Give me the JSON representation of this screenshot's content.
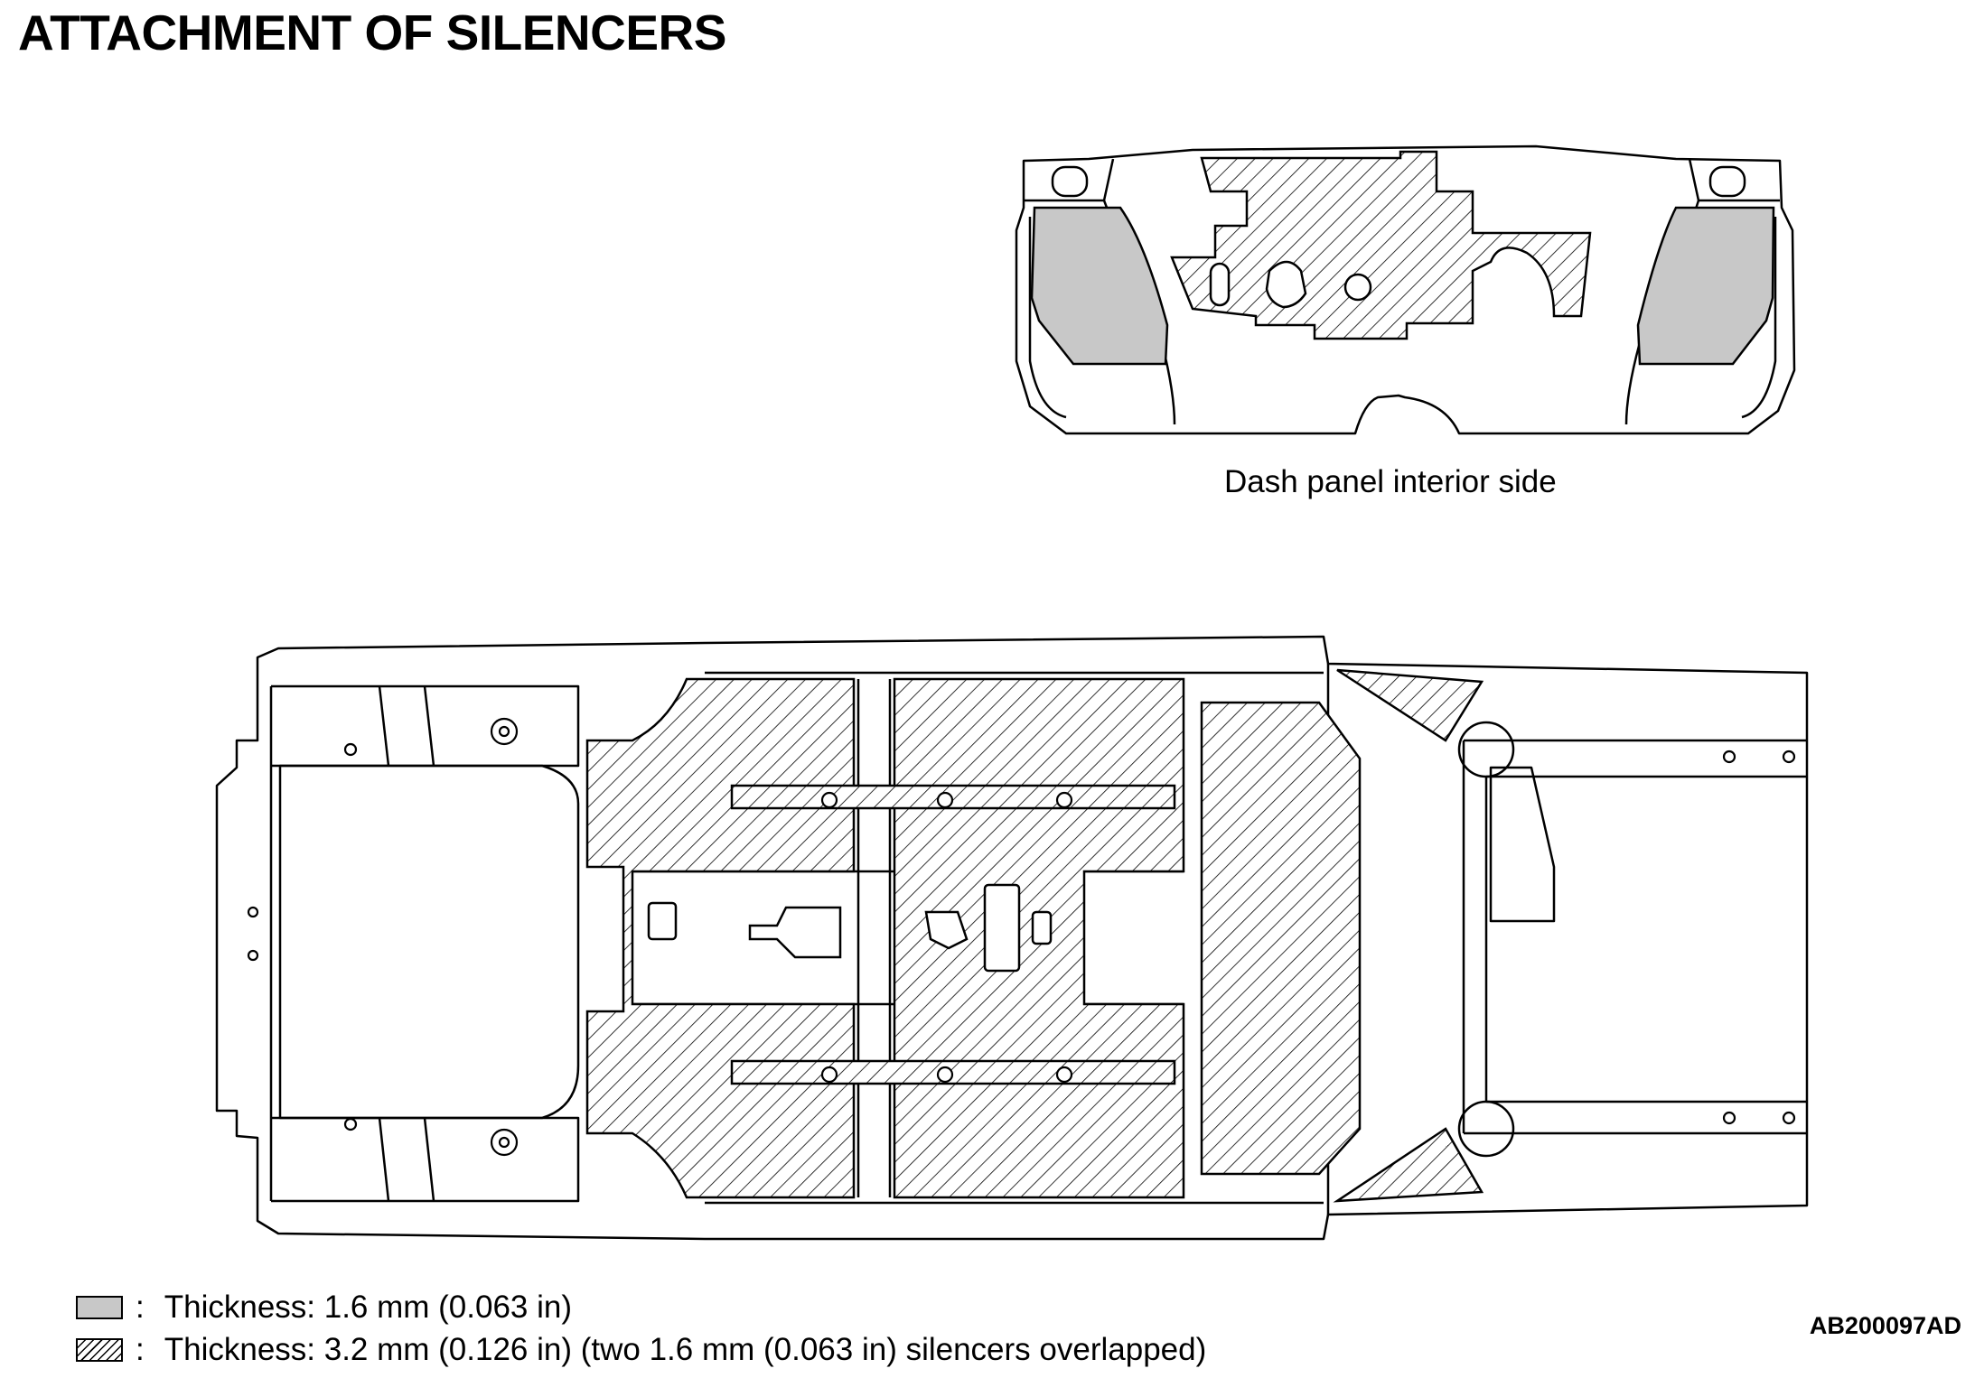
{
  "title": "ATTACHMENT OF SILENCERS",
  "dash_panel": {
    "caption": "Dash panel interior side"
  },
  "legend": [
    {
      "symbol": ":",
      "text": "Thickness: 1.6 mm (0.063 in)",
      "fill": "gray",
      "color": "#c8c8c8"
    },
    {
      "symbol": ":",
      "text": "Thickness: 3.2 mm (0.126 in) (two 1.6 mm (0.063 in) silencers overlapped)",
      "fill": "hatched",
      "color": "#000000"
    }
  ],
  "figure_code": "AB200097AD"
}
